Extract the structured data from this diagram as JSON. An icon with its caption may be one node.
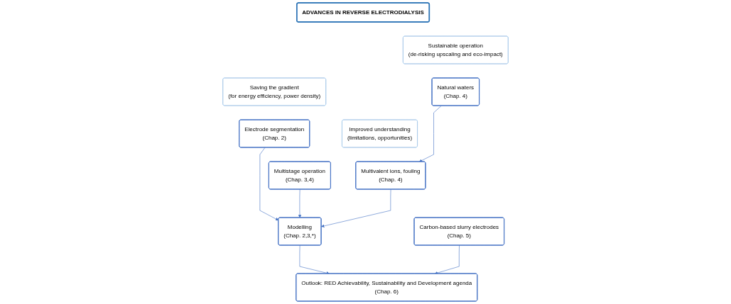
{
  "diagram": {
    "nodes": [
      {
        "text": [
          "ADVANCES IN REVERSE ELECTRODIALYSIS"
        ]
      },
      {
        "text": [
          "Saving the gradient",
          "(for energy efficiency, power density)"
        ]
      },
      {
        "text": [
          "Improved understanding",
          "(limitations, opportunities)"
        ]
      },
      {
        "text": [
          "Sustainable operation",
          "(de-risking upscaling and eco-impact)"
        ]
      },
      {
        "text": [
          "Electrode segmentation",
          "(Chap. 2)"
        ]
      },
      {
        "text": [
          "Multivalent ions, fouling",
          "(Chap. 4)"
        ]
      },
      {
        "text": [
          "Natural waters",
          "(Chap. 4)"
        ]
      },
      {
        "text": [
          "Multistage operation",
          "(Chap. 3,4)"
        ]
      },
      {
        "text": [
          "Modelling",
          "(Chap. 2,3,*)"
        ]
      },
      {
        "text": [
          "Carbon-based slurry electrodes",
          "(Chap. 5)"
        ]
      },
      {
        "text": [
          "Outlook: RED Achievability, Sustainability and Development agenda",
          "(Chap. 6)"
        ]
      }
    ],
    "edges": [
      {
        "from": 4,
        "to": 8,
        "arrow": "to"
      },
      {
        "from": 6,
        "to": 5,
        "arrow": "to"
      },
      {
        "from": 5,
        "to": 8,
        "arrow": "to"
      },
      {
        "from": 7,
        "to": 8,
        "arrow": "to"
      },
      {
        "from": 8,
        "to": 10,
        "arrow": "to"
      },
      {
        "from": 9,
        "to": 10,
        "arrow": "to"
      }
    ]
  }
}
